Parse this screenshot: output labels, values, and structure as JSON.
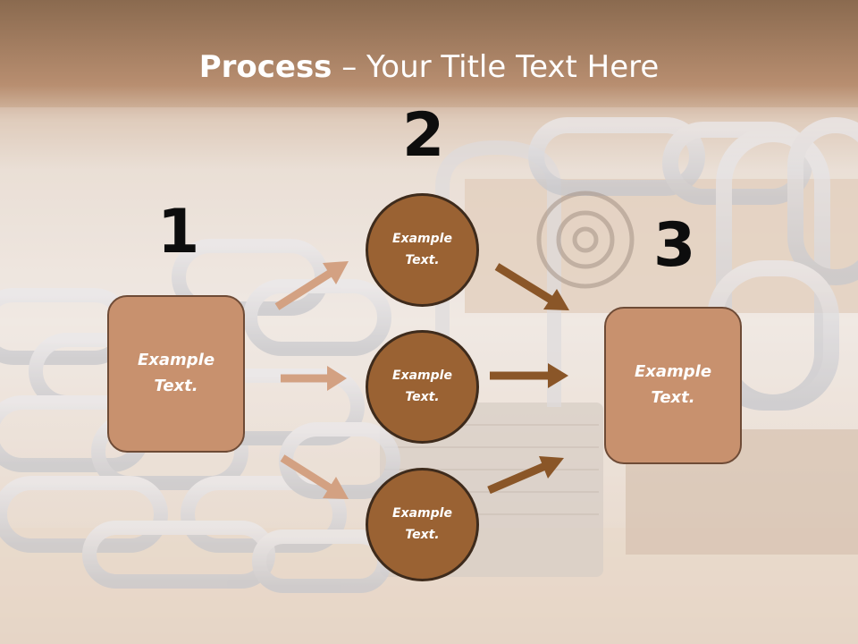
{
  "title": {
    "bold": "Process",
    "rest": " – Your Title Text Here"
  },
  "steps": [
    {
      "number": "1"
    },
    {
      "number": "2"
    },
    {
      "number": "3"
    }
  ],
  "left_box": {
    "text": "Example\nText."
  },
  "circles": [
    {
      "text": "Example\nText."
    },
    {
      "text": "Example\nText."
    },
    {
      "text": "Example\nText."
    }
  ],
  "right_box": {
    "text": "Example\nText."
  },
  "colors": {
    "box_fill": "#c8916e",
    "circle_fill": "#9a6233",
    "left_arrows": "#d3a182",
    "right_arrows": "#8a5628"
  }
}
